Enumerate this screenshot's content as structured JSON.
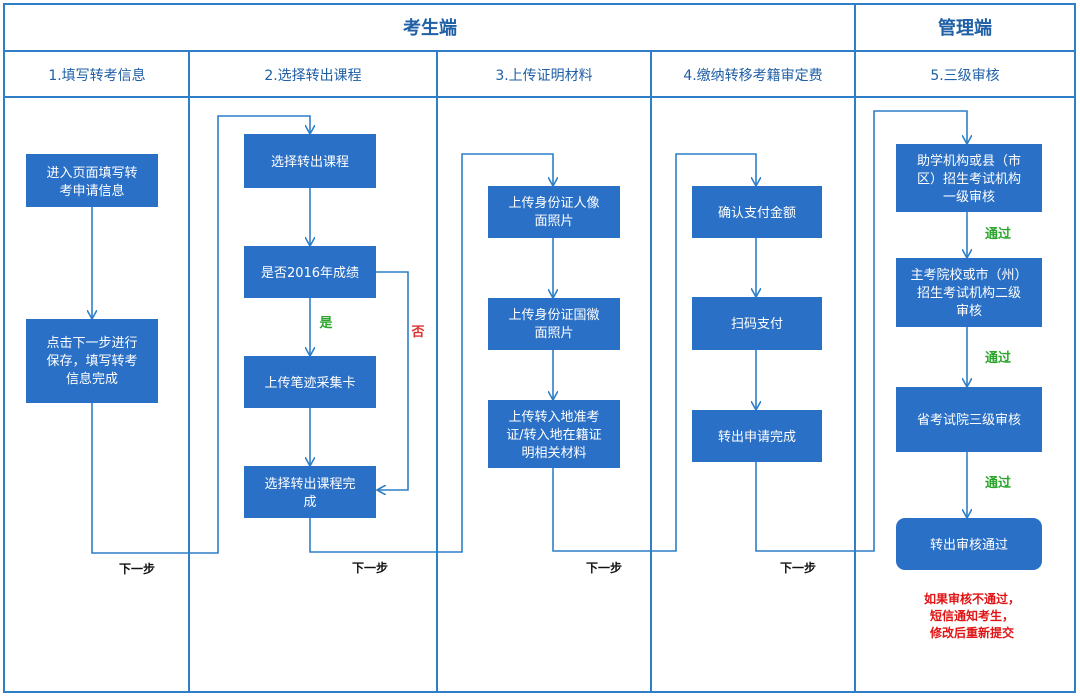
{
  "headers": {
    "candidate_side": "考生端",
    "admin_side": "管理端"
  },
  "columns": [
    "1.填写转考信息",
    "2.选择转出课程",
    "3.上传证明材料",
    "4.缴纳转移考籍审定费",
    "5.三级审核"
  ],
  "steps": {
    "col1": [
      [
        "进入页面填写转",
        "考申请信息"
      ],
      [
        "点击下一步进行",
        "保存，填写转考",
        "信息完成"
      ]
    ],
    "col2": [
      [
        "选择转出课程"
      ],
      [
        "是否2016年成绩"
      ],
      [
        "上传笔迹采集卡"
      ],
      [
        "选择转出课程完",
        "成"
      ]
    ],
    "col3": [
      [
        "上传身份证人像",
        "面照片"
      ],
      [
        "上传身份证国徽",
        "面照片"
      ],
      [
        "上传转入地准考",
        "证/转入地在籍证",
        "明相关材料"
      ]
    ],
    "col4": [
      [
        "确认支付金额"
      ],
      [
        "扫码支付"
      ],
      [
        "转出申请完成"
      ]
    ],
    "col5": [
      [
        "助学机构或县（市",
        "区）招生考试机构",
        "一级审核"
      ],
      [
        "主考院校或市（州）",
        "招生考试机构二级",
        "审核"
      ],
      [
        "省考试院三级审核"
      ],
      [
        "转出审核通过"
      ]
    ]
  },
  "labels": {
    "next_step": "下一步",
    "yes": "是",
    "no": "否",
    "pass": "通过"
  },
  "note": [
    "如果审核不通过，",
    "短信通知考生，",
    "修改后重新提交"
  ],
  "colors": {
    "lane": "#2f7fc8",
    "box_fill": "#2a70c6",
    "header_text": "#1f5fa6",
    "yes_pass": "#2ba52b",
    "no_note": "#e03030"
  }
}
